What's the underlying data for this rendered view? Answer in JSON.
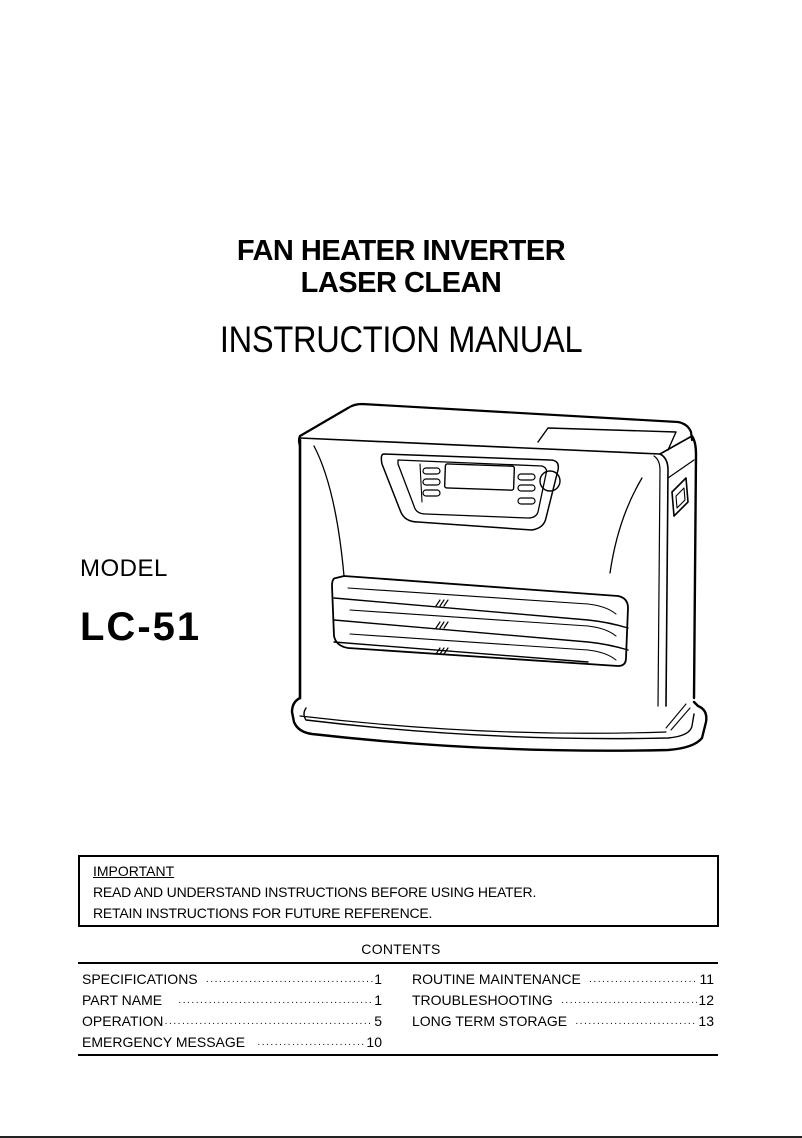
{
  "header": {
    "product_line1": "FAN HEATER INVERTER",
    "product_line2": "LASER CLEAN",
    "document_title": "INSTRUCTION MANUAL"
  },
  "model": {
    "label": "MODEL",
    "number": "LC-51"
  },
  "illustration": {
    "subject": "heater-illustration"
  },
  "important_notice": {
    "heading": "IMPORTANT",
    "lines": [
      "READ AND UNDERSTAND INSTRUCTIONS BEFORE USING HEATER.",
      "RETAIN INSTRUCTIONS FOR FUTURE REFERENCE."
    ]
  },
  "contents": {
    "title": "CONTENTS",
    "left": [
      {
        "label": "SPECIFICATIONS",
        "page": "1"
      },
      {
        "label": "PART NAME",
        "page": "1"
      },
      {
        "label": "OPERATION",
        "page": "5"
      },
      {
        "label": "EMERGENCY MESSAGE",
        "page": "10"
      }
    ],
    "right": [
      {
        "label": "ROUTINE MAINTENANCE",
        "page": "11"
      },
      {
        "label": "TROUBLESHOOTING",
        "page": "12"
      },
      {
        "label": "LONG TERM STORAGE",
        "page": "13"
      }
    ]
  }
}
